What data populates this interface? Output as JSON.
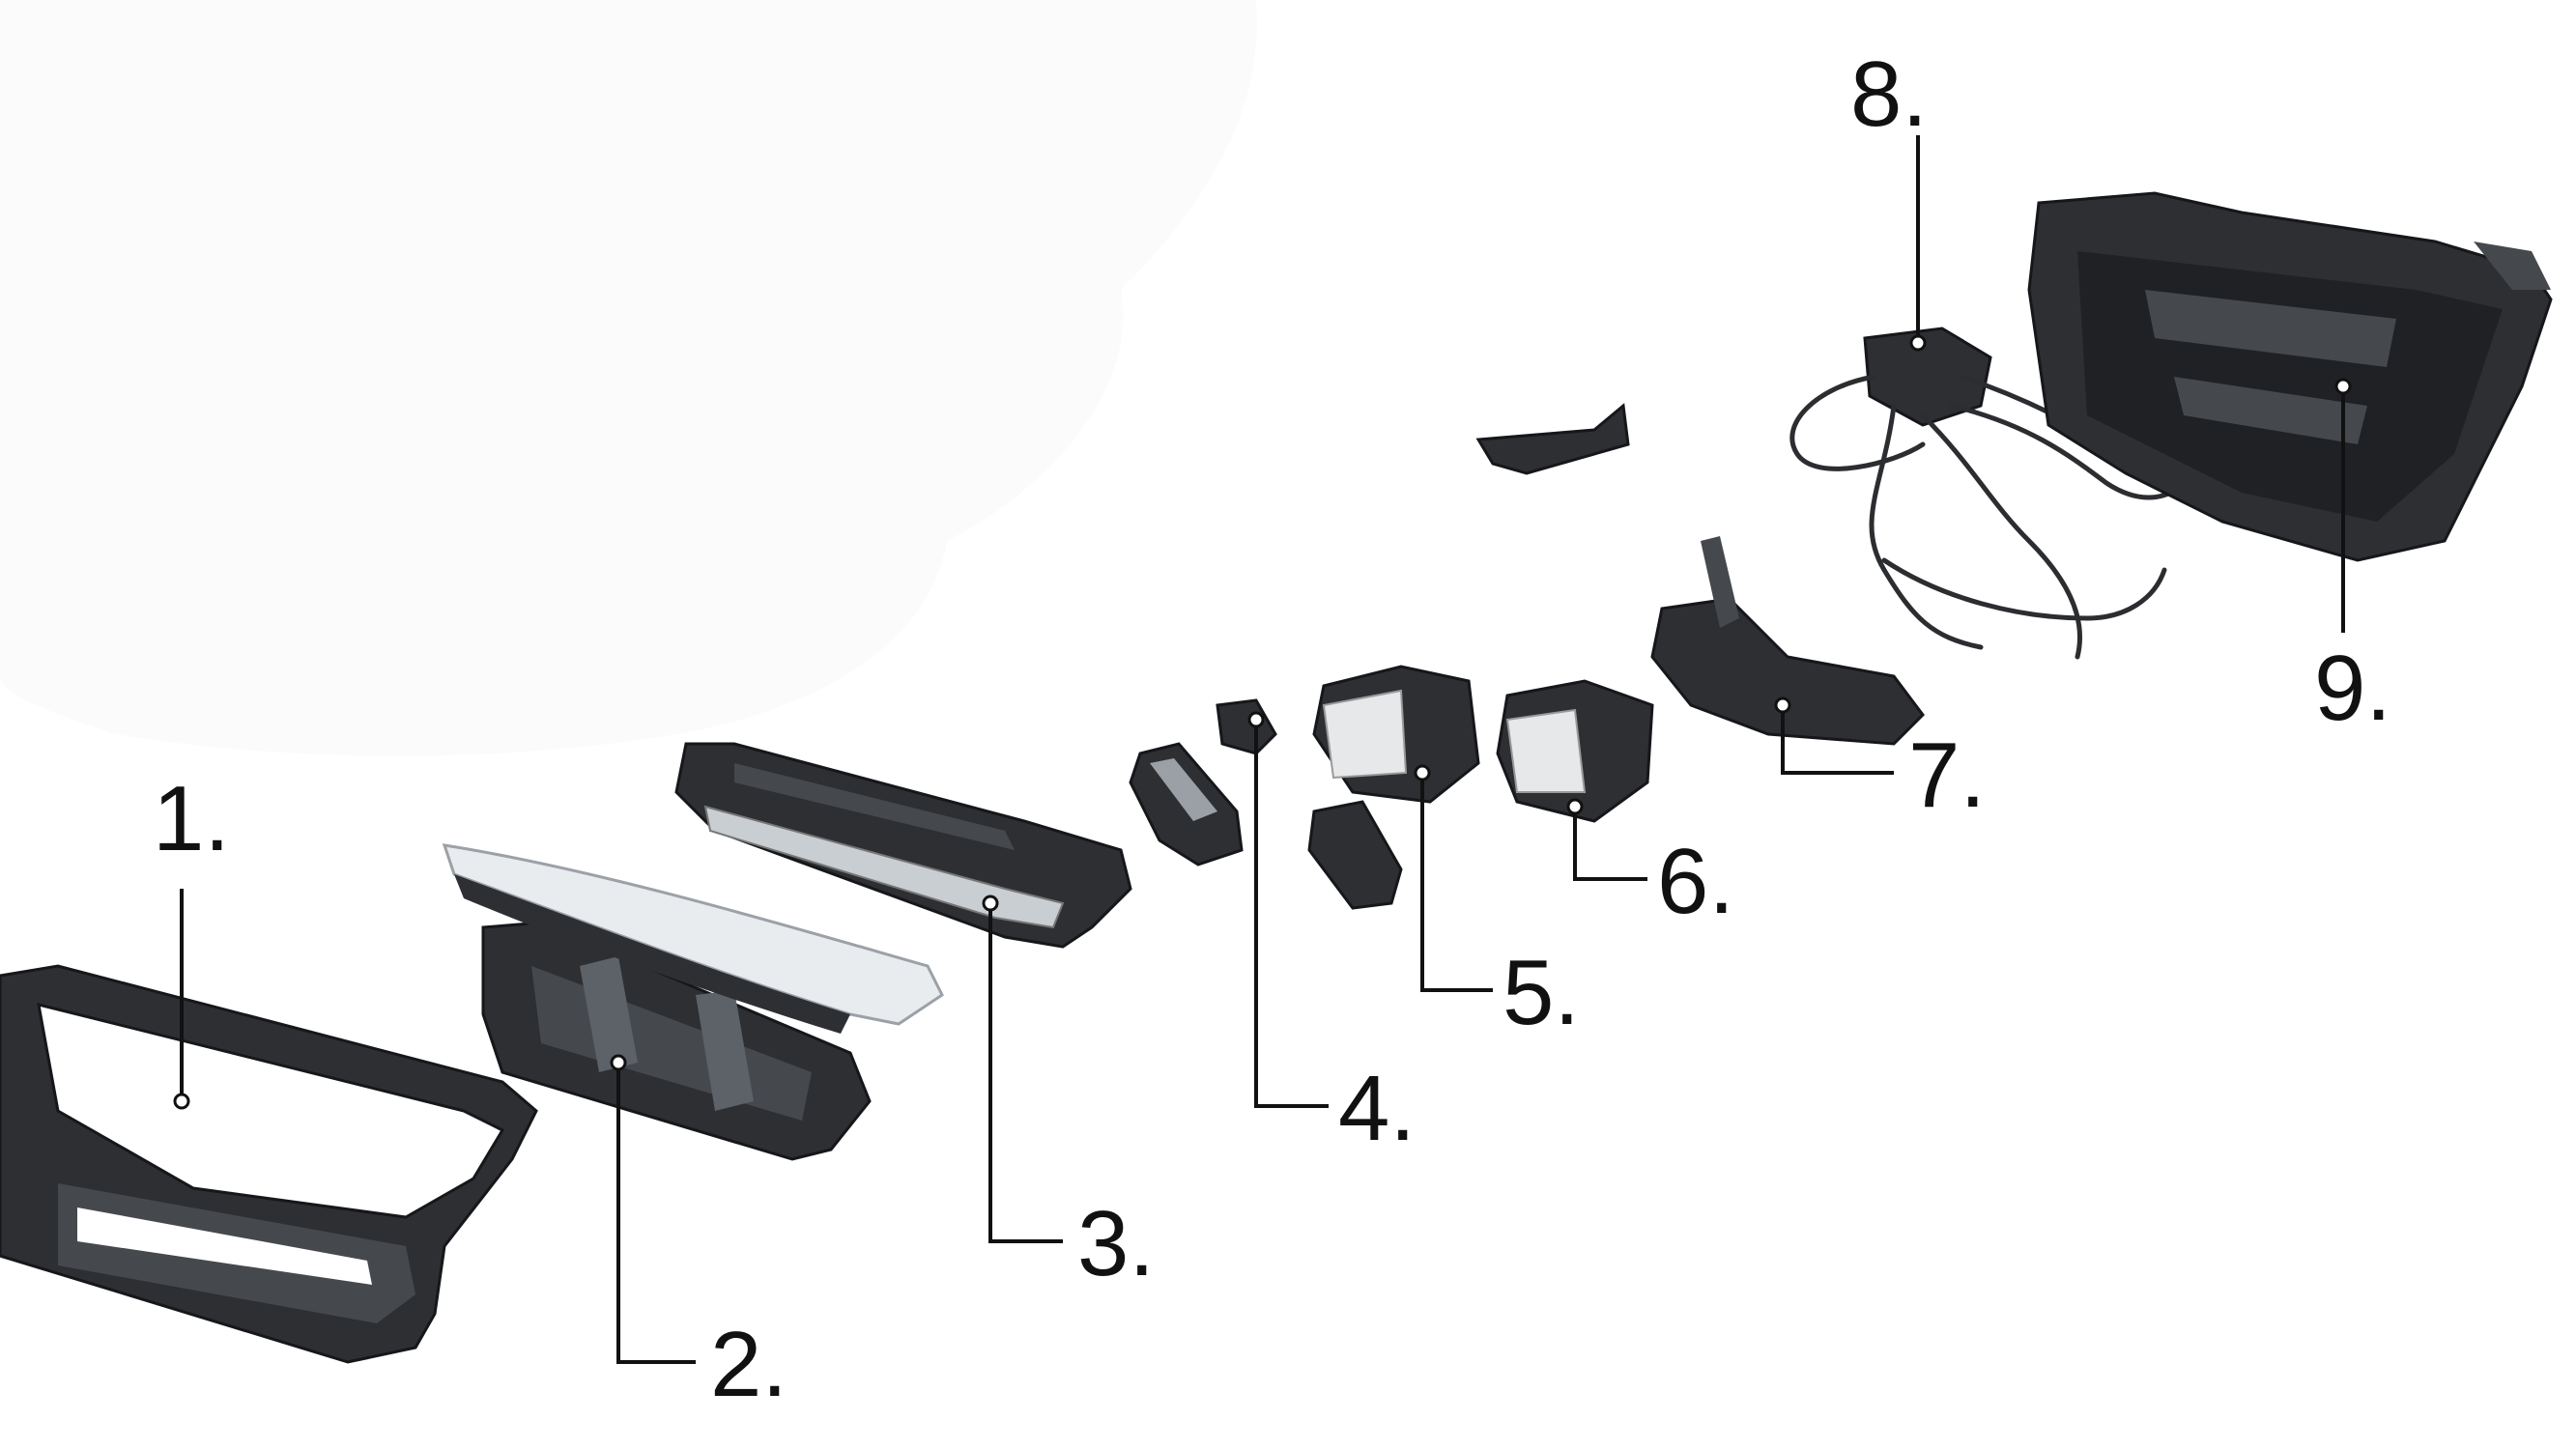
{
  "diagram": {
    "callouts": [
      {
        "id": "1",
        "text": "1."
      },
      {
        "id": "2",
        "text": "2."
      },
      {
        "id": "3",
        "text": "3."
      },
      {
        "id": "4",
        "text": "4."
      },
      {
        "id": "5",
        "text": "5."
      },
      {
        "id": "6",
        "text": "6."
      },
      {
        "id": "7",
        "text": "7."
      },
      {
        "id": "8",
        "text": "8."
      },
      {
        "id": "9",
        "text": "9."
      }
    ],
    "colors": {
      "plastic_dark": "#2d2f33",
      "plastic_mid": "#45484d",
      "chrome": "#e9ecef",
      "label": "#111111",
      "background": "#ffffff"
    }
  }
}
